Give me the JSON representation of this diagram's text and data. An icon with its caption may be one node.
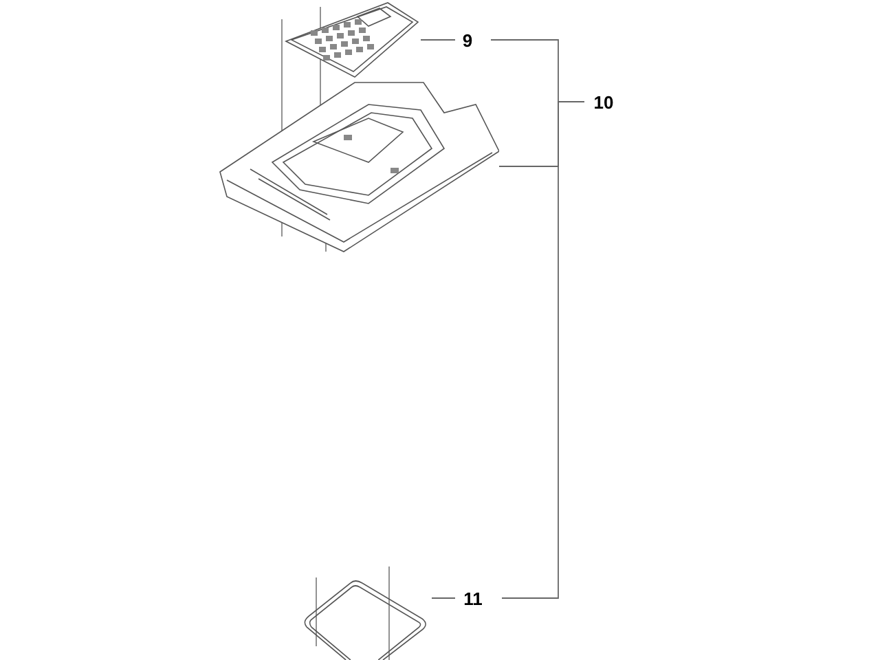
{
  "diagram": {
    "nodes": [
      {
        "text": [
          "9"
        ]
      },
      {
        "text": [],
        "shape": "picture"
      },
      {
        "text": [
          "10"
        ]
      },
      {
        "text": [],
        "shape": "picture"
      },
      {
        "text": [
          "11"
        ]
      },
      {
        "text": [],
        "shape": "picture"
      }
    ],
    "edges": [
      {
        "from": 0,
        "to": 1,
        "arrow": "none"
      },
      {
        "from": 2,
        "to": 0,
        "arrow": "none"
      },
      {
        "from": 2,
        "to": 3,
        "arrow": "none"
      },
      {
        "from": 2,
        "to": 4,
        "arrow": "none"
      },
      {
        "from": 4,
        "to": 5,
        "arrow": "none"
      }
    ]
  }
}
